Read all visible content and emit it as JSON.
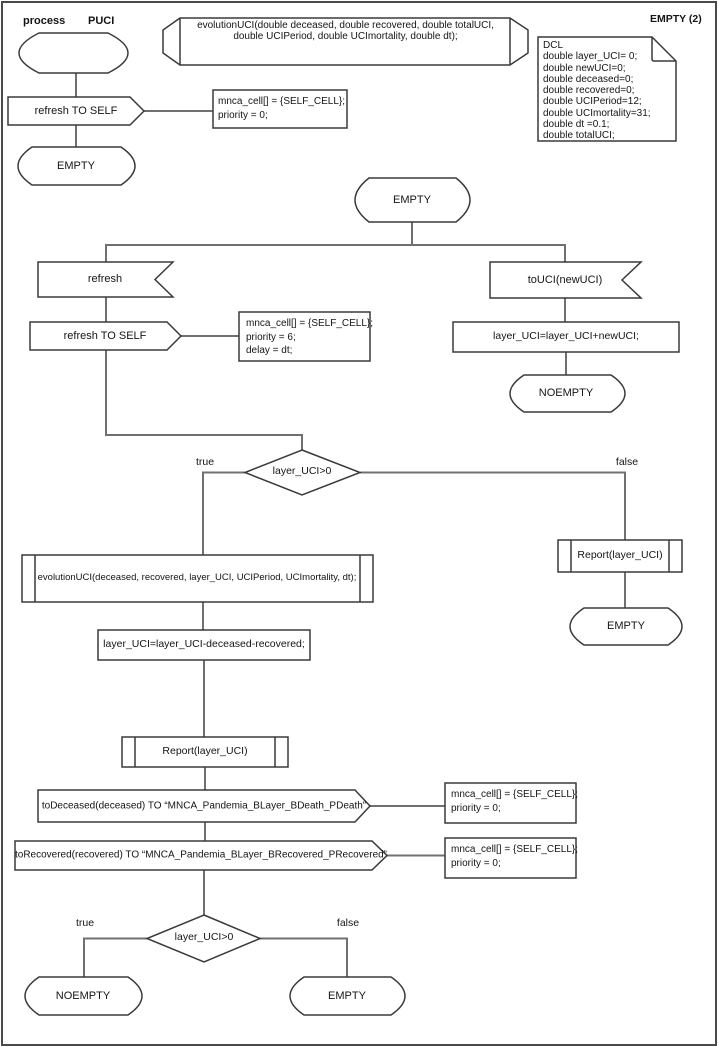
{
  "header": {
    "kind_label": "process",
    "process_name": "PUCI",
    "page_ref": "EMPTY (2)"
  },
  "signature_note": {
    "line1": "evolutionUCI(double deceased, double recovered, double totalUCI,",
    "line2": "double UCIPeriod, double UCImortality, double dt);"
  },
  "declarations": {
    "lines": [
      "DCL",
      "double layer_UCI= 0;",
      "double newUCI=0;",
      "double deceased=0;",
      "double recovered=0;",
      "double UCIPeriod=12;",
      "double UCImortality=31;",
      "double dt =0.1;",
      "double totalUCI;"
    ]
  },
  "start_flow": {
    "output_refresh_self": "refresh TO SELF",
    "note_lines": [
      "mnca_cell[] = {SELF_CELL};",
      "priority = 0;"
    ],
    "state_empty": "EMPTY"
  },
  "empty_state_flow": {
    "state_empty": "EMPTY",
    "input_refresh": "refresh",
    "output_refresh_self": "refresh TO SELF",
    "refresh_note_lines": [
      "mnca_cell[] = {SELF_CELL};",
      "priority = 6;",
      "delay = dt;"
    ],
    "input_touci": "toUCI(newUCI)",
    "task_add_uci": "layer_UCI=layer_UCI+newUCI;",
    "state_noempty": "NOEMPTY"
  },
  "decision1": {
    "condition": "layer_UCI>0",
    "true_label": "true",
    "false_label": "false"
  },
  "true_branch": {
    "proc_evolution": "evolutionUCI(deceased, recovered, layer_UCI, UCIPeriod, UCImortality, dt);",
    "task_sub": "layer_UCI=layer_UCI-deceased-recovered;",
    "proc_report": "Report(layer_UCI)",
    "output_todeceased": "toDeceased(deceased) TO “MNCA_Pandemia_BLayer_BDeath_PDeath”",
    "todeceased_note_lines": [
      "mnca_cell[] = {SELF_CELL};",
      "priority = 0;"
    ],
    "output_torecovered": "toRecovered(recovered) TO “MNCA_Pandemia_BLayer_BRecovered_PRecovered”",
    "torecovered_note_lines": [
      "mnca_cell[] = {SELF_CELL};",
      "priority = 0;"
    ]
  },
  "false_branch": {
    "proc_report": "Report(layer_UCI)",
    "state_empty": "EMPTY"
  },
  "decision2": {
    "condition": "layer_UCI>0",
    "true_label": "true",
    "false_label": "false",
    "true_state": "NOEMPTY",
    "false_state": "EMPTY"
  },
  "colors": {
    "shape_stroke": "#3a3a3a",
    "connector_stroke": "#707070",
    "border_stroke": "#4a4a4a"
  }
}
